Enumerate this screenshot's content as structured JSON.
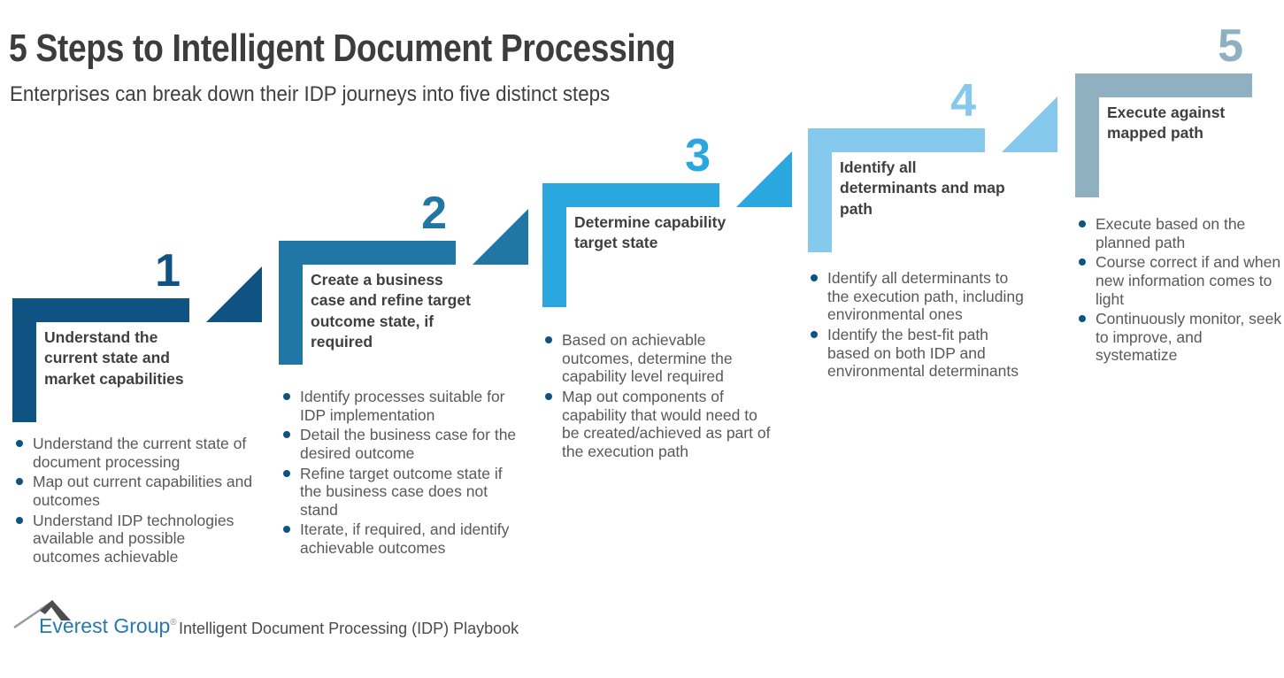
{
  "header": {
    "title": "5 Steps to Intelligent Document Processing",
    "subtitle": "Enterprises can break down their IDP journeys into five distinct steps"
  },
  "steps": [
    {
      "number": "1",
      "color": "#0F5382",
      "heading": "Understand the current state and market capabilities",
      "bullets": [
        "Understand the current state of document processing",
        "Map out current capabilities and outcomes",
        "Understand IDP technologies available and possible outcomes achievable"
      ]
    },
    {
      "number": "2",
      "color": "#2076A4",
      "heading": "Create a business case and refine target outcome state, if required",
      "bullets": [
        "Identify processes suitable for IDP implementation",
        "Detail the business case for the desired outcome",
        "Refine target outcome state if the business case does not stand",
        "Iterate, if required, and identify achievable outcomes"
      ]
    },
    {
      "number": "3",
      "color": "#2BA7DF",
      "heading": "Determine capability target state",
      "bullets": [
        "Based on achievable outcomes, determine the capability level required",
        "Map out components of capability that would need to be created/achieved as part of the execution path"
      ]
    },
    {
      "number": "4",
      "color": "#85C9EC",
      "heading": "Identify all determinants and map path",
      "bullets": [
        "Identify all determinants to the execution path, including environmental ones",
        "Identify the best-fit path based on both IDP and environmental determinants"
      ]
    },
    {
      "number": "5",
      "color": "#8FB0C0",
      "heading": "Execute against mapped path",
      "bullets": [
        "Execute based on the planned path",
        "Course correct if and when new information comes to light",
        "Continuously monitor, seek to improve, and systematize"
      ]
    }
  ],
  "footer": {
    "logo_text": "Everest Group",
    "registered": "®",
    "caption": "Intelligent Document Processing (IDP) Playbook"
  },
  "palette": {
    "step1": "#0F5382",
    "step2": "#2076A4",
    "step3": "#2BA7DF",
    "step4": "#85C9EC",
    "step5": "#8FB0C0",
    "bullet_dot": "#0F5382",
    "title_text": "#3D3D3D",
    "heading_text": "#3F3F3F",
    "body_text": "#595959",
    "logo_blue": "#2878B0"
  }
}
